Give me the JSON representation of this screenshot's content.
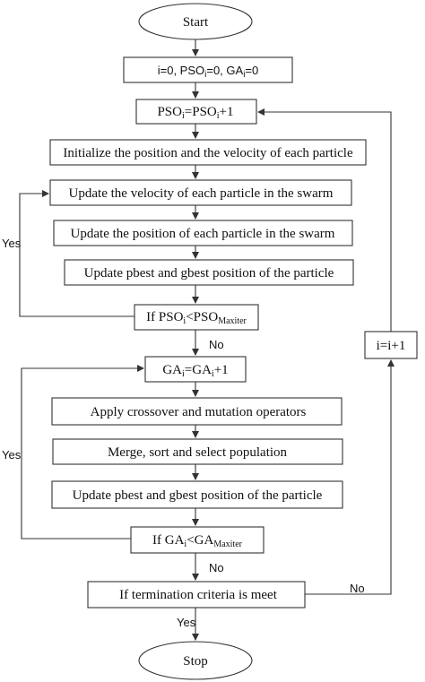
{
  "flowchart": {
    "start": "Start",
    "init_counters": {
      "i": "i",
      "eq1": "=0, PSO",
      "sub1": "i",
      "eq2": "=0, GA",
      "sub2": "i",
      "eq3": "=0"
    },
    "pso_increment": {
      "a": "PSO",
      "sub_a": "i",
      "mid": "=PSO",
      "sub_b": "i",
      "end": "+1"
    },
    "initialize": "Initialize the position and the velocity of each particle",
    "update_velocity": "Update the velocity of each particle in the swarm",
    "update_position": "Update the position of each particle in the swarm",
    "update_pbest_pso": "Update pbest and gbest position of the particle",
    "pso_check": {
      "a": "If PSO",
      "sub_a": "i",
      "mid": "<PSO",
      "sub_b": "Maxiter"
    },
    "ga_increment": {
      "a": "GA",
      "sub_a": "i",
      "mid": "=GA",
      "sub_b": "i",
      "end": "+1"
    },
    "crossover": "Apply crossover and mutation operators",
    "merge": "Merge, sort and select population",
    "update_pbest_ga": "Update pbest and gbest position of the particle",
    "ga_check": {
      "a": "If GA",
      "sub_a": "i",
      "mid": "<GA",
      "sub_b": "Maxiter"
    },
    "termination": "If termination criteria is meet",
    "i_increment": "i=i+1",
    "stop": "Stop",
    "labels": {
      "yes_pso": "Yes",
      "no_pso": "No",
      "yes_ga": "Yes",
      "no_term": "No",
      "yes_term": "Yes"
    }
  }
}
